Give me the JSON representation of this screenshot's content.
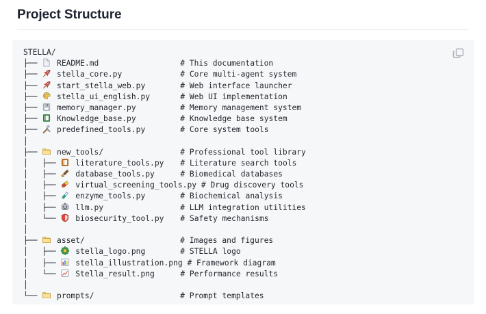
{
  "header": {
    "title": "Project Structure"
  },
  "code_block": {
    "copy_button_label": "Copy",
    "copy_icon": "copy-icon",
    "root": "STELLA/",
    "comment_column": 36,
    "lines": [
      {
        "prefix": "",
        "icon": "",
        "name": "STELLA/",
        "comment": ""
      },
      {
        "prefix": "├── ",
        "icon": "page-icon",
        "name": "README.md",
        "comment": "# This documentation"
      },
      {
        "prefix": "├── ",
        "icon": "rocket-icon",
        "name": "stella_core.py",
        "comment": "# Core multi-agent system"
      },
      {
        "prefix": "├── ",
        "icon": "rocket-icon",
        "name": "start_stella_web.py",
        "comment": "# Web interface launcher"
      },
      {
        "prefix": "├── ",
        "icon": "palette-icon",
        "name": "stella_ui_english.py",
        "comment": "# Web UI implementation"
      },
      {
        "prefix": "├── ",
        "icon": "floppy-disk-icon",
        "name": "memory_manager.py",
        "comment": "# Memory management system"
      },
      {
        "prefix": "├── ",
        "icon": "green-book-icon",
        "name": "Knowledge_base.py",
        "comment": "# Knowledge base system"
      },
      {
        "prefix": "├── ",
        "icon": "hammer-pick-icon",
        "name": "predefined_tools.py",
        "comment": "# Core system tools"
      },
      {
        "prefix": "│",
        "icon": "",
        "name": "",
        "comment": ""
      },
      {
        "prefix": "├── ",
        "icon": "folder-icon",
        "name": "new_tools/",
        "comment": "# Professional tool library"
      },
      {
        "prefix": "│   ├── ",
        "icon": "orange-book-icon",
        "name": "literature_tools.py",
        "comment": "# Literature search tools"
      },
      {
        "prefix": "│   ├── ",
        "icon": "microscope-icon",
        "name": "database_tools.py",
        "comment": "# Biomedical databases"
      },
      {
        "prefix": "│   ├── ",
        "icon": "pill-icon",
        "name": "virtual_screening_tools.py",
        "comment": "# Drug discovery tools"
      },
      {
        "prefix": "│   ├── ",
        "icon": "test-tube-icon",
        "name": "enzyme_tools.py",
        "comment": "# Biochemical analysis"
      },
      {
        "prefix": "│   ├── ",
        "icon": "robot-icon",
        "name": "llm.py",
        "comment": "# LLM integration utilities"
      },
      {
        "prefix": "│   └── ",
        "icon": "shield-icon",
        "name": "biosecurity_tool.py",
        "comment": "# Safety mechanisms"
      },
      {
        "prefix": "│",
        "icon": "",
        "name": "",
        "comment": ""
      },
      {
        "prefix": "├── ",
        "icon": "folder-icon",
        "name": "asset/",
        "comment": "# Images and figures"
      },
      {
        "prefix": "│   ├── ",
        "icon": "sparkle-icon",
        "name": "stella_logo.png",
        "comment": "# STELLA logo"
      },
      {
        "prefix": "│   ├── ",
        "icon": "bar-chart-icon",
        "name": "stella_illustration.png",
        "comment": "# Framework diagram"
      },
      {
        "prefix": "│   └── ",
        "icon": "line-chart-icon",
        "name": "Stella_result.png",
        "comment": "# Performance results"
      },
      {
        "prefix": "│",
        "icon": "",
        "name": "",
        "comment": ""
      },
      {
        "prefix": "└── ",
        "icon": "folder-icon",
        "name": "prompts/",
        "comment": "# Prompt templates"
      }
    ]
  },
  "colors": {
    "page_background": "#ffffff",
    "code_background": "#f6f7f9",
    "title_text": "#1d2330",
    "code_text": "#22262c",
    "rule": "#e6e8eb",
    "folder": "#f2c75c"
  }
}
